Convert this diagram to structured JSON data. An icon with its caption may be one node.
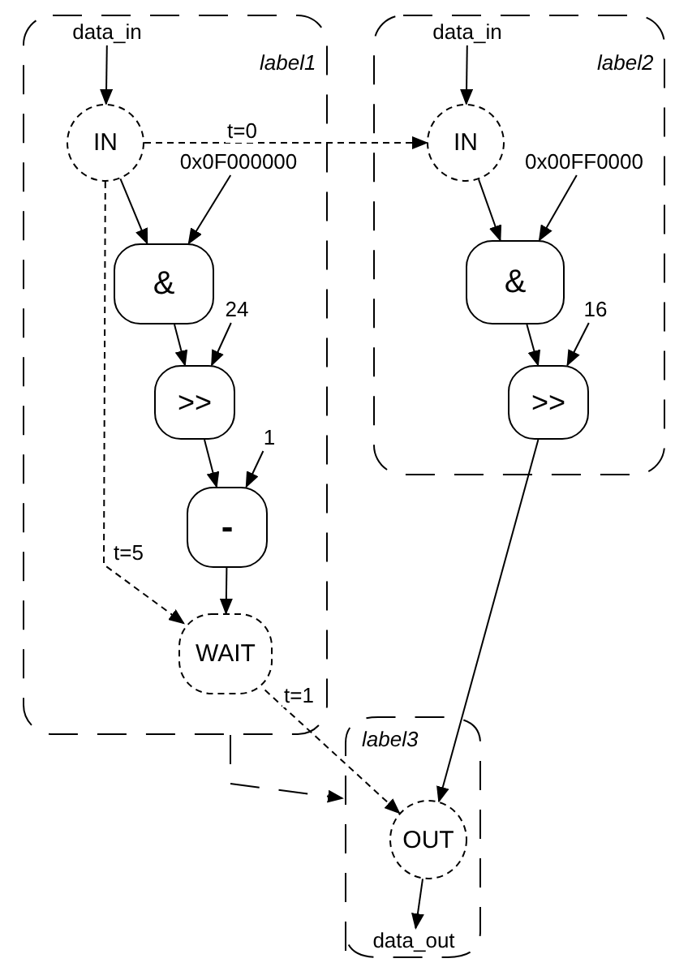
{
  "diagram": {
    "nodes": [
      {
        "text": [
          "label1"
        ]
      },
      {
        "text": [
          "data_in"
        ],
        "in": 0
      },
      {
        "text": [
          "IN"
        ],
        "in": 0
      },
      {
        "text": [
          "0x0F000000"
        ],
        "in": 0
      },
      {
        "text": [
          "&"
        ],
        "in": 0
      },
      {
        "text": [
          "24"
        ],
        "in": 0
      },
      {
        "text": [
          ">>"
        ],
        "in": 0
      },
      {
        "text": [
          "1"
        ],
        "in": 0
      },
      {
        "text": [
          "-"
        ],
        "in": 0
      },
      {
        "text": [
          "WAIT"
        ],
        "in": 0
      },
      {
        "text": [
          "label2"
        ]
      },
      {
        "text": [
          "data_in"
        ],
        "in": 10
      },
      {
        "text": [
          "IN"
        ],
        "in": 10
      },
      {
        "text": [
          "0x00FF0000"
        ],
        "in": 10
      },
      {
        "text": [
          "&"
        ],
        "in": 10
      },
      {
        "text": [
          "16"
        ],
        "in": 10
      },
      {
        "text": [
          ">>"
        ],
        "in": 10
      },
      {
        "text": [
          "label3"
        ]
      },
      {
        "text": [
          "OUT"
        ],
        "in": 17
      },
      {
        "text": [
          "data_out"
        ],
        "in": 17
      }
    ],
    "edges": [
      {
        "from": 1,
        "to": 2,
        "arrow": "to"
      },
      {
        "from": 2,
        "to": 12,
        "arrow": "to",
        "label": "t=0",
        "style": "dashed"
      },
      {
        "from": 2,
        "to": 4,
        "arrow": "to"
      },
      {
        "from": 3,
        "to": 4,
        "arrow": "to"
      },
      {
        "from": 4,
        "to": 6,
        "arrow": "to"
      },
      {
        "from": 5,
        "to": 6,
        "arrow": "to"
      },
      {
        "from": 6,
        "to": 8,
        "arrow": "to"
      },
      {
        "from": 7,
        "to": 8,
        "arrow": "to"
      },
      {
        "from": 8,
        "to": 9,
        "arrow": "to"
      },
      {
        "from": 2,
        "to": 9,
        "arrow": "to",
        "label": "t=5",
        "style": "dashed"
      },
      {
        "from": 11,
        "to": 12,
        "arrow": "to"
      },
      {
        "from": 12,
        "to": 14,
        "arrow": "to"
      },
      {
        "from": 13,
        "to": 14,
        "arrow": "to"
      },
      {
        "from": 14,
        "to": 16,
        "arrow": "to"
      },
      {
        "from": 15,
        "to": 16,
        "arrow": "to"
      },
      {
        "from": 16,
        "to": 18,
        "arrow": "to"
      },
      {
        "from": 9,
        "to": 18,
        "arrow": "to",
        "label": "t=1",
        "style": "dashed"
      },
      {
        "from": 0,
        "to": 17,
        "arrow": "to",
        "style": "dashed"
      },
      {
        "from": 18,
        "to": 19,
        "arrow": "to"
      }
    ]
  }
}
